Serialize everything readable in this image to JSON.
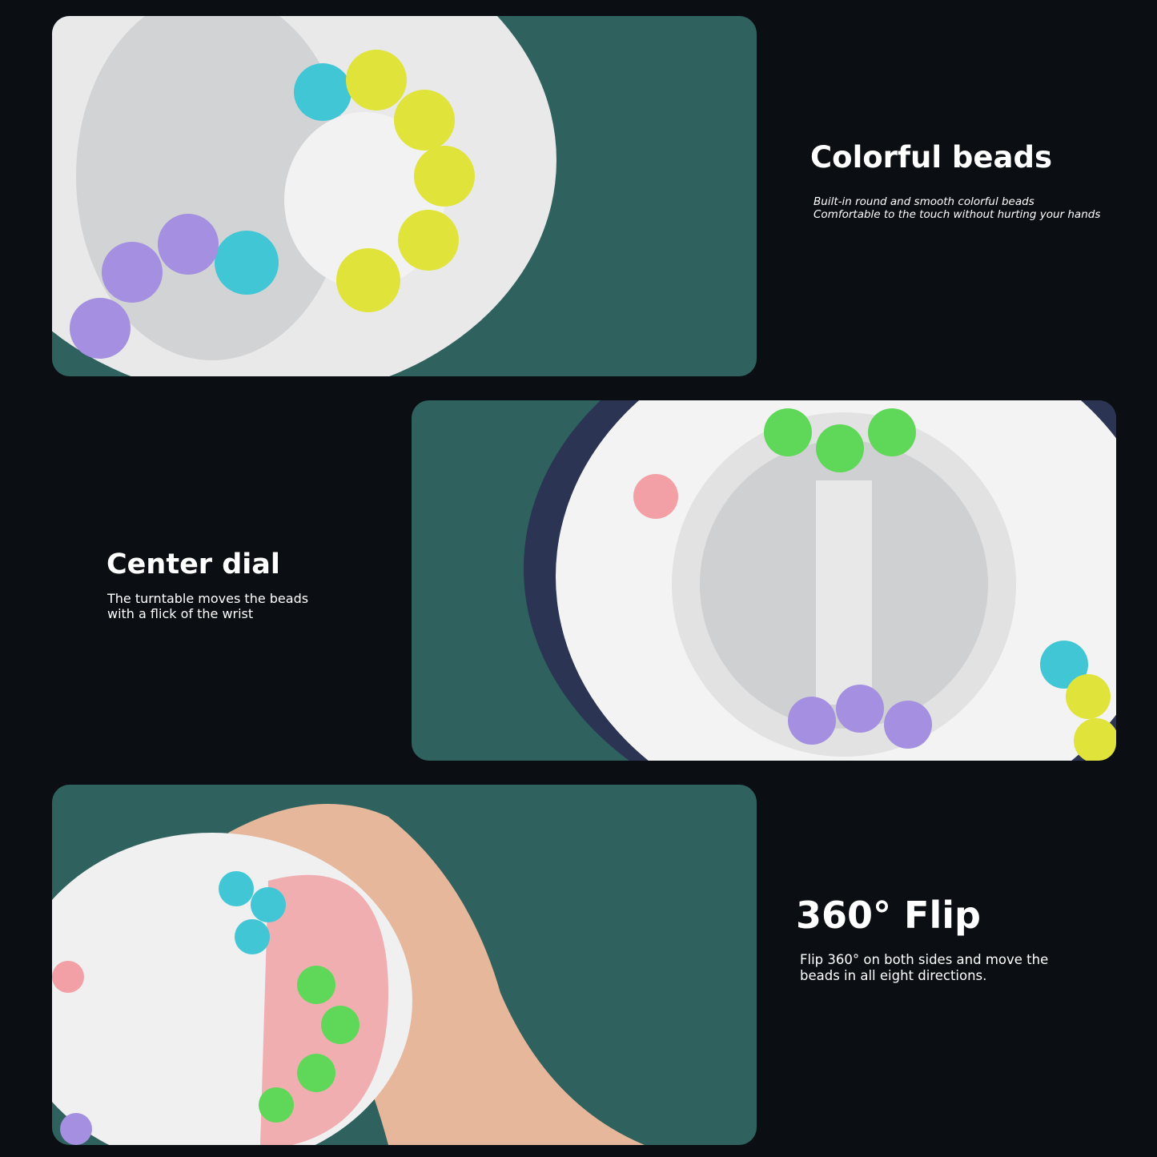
{
  "colors": {
    "background": "#0b0e12",
    "panel": "#2f625e",
    "text": "#ffffff"
  },
  "features": [
    {
      "title": "Colorful beads",
      "description": "Built-in round and smooth colorful beads\nComfortable to the touch without hurting your hands"
    },
    {
      "title": "Center dial",
      "description": "The turntable moves the beads\nwith a flick of the wrist"
    },
    {
      "title": "360° Flip",
      "description": "Flip 360° on both sides and move the\nbeads in all eight directions."
    }
  ]
}
